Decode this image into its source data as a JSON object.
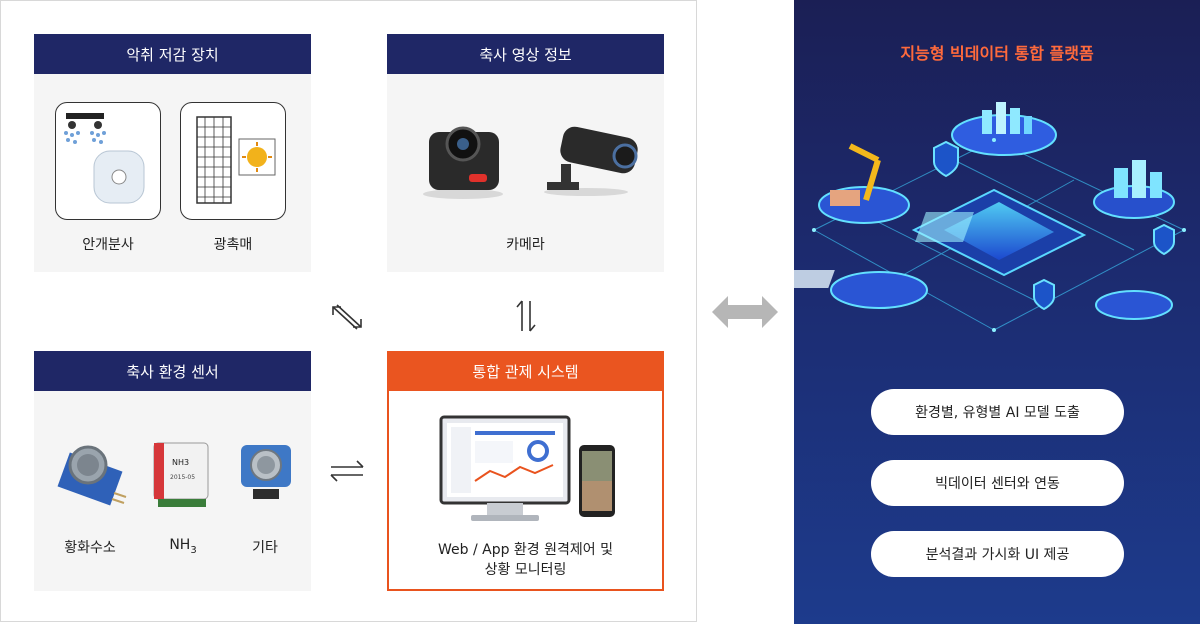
{
  "cards": {
    "odor": {
      "title": "악취 저감 장치",
      "items": [
        "안개분사",
        "광촉매"
      ]
    },
    "video": {
      "title": "축사 영상 정보",
      "items": [
        "카메라"
      ]
    },
    "sensor": {
      "title": "축사 환경 센서",
      "items": [
        "황화수소",
        "NH",
        "3",
        "기타"
      ],
      "chip_text": "NH3",
      "chip_date": "2015-05"
    },
    "control": {
      "title": "통합 관제 시스템",
      "caption_line1": "Web / App 환경 원격제어 및",
      "caption_line2": "상황 모니터링"
    }
  },
  "platform": {
    "title": "지능형 빅데이터 통합 플랫폼",
    "features": [
      "환경별, 유형별 AI 모델 도출",
      "빅데이터 센터와 연동",
      "분석결과 가시화 UI 제공"
    ]
  },
  "colors": {
    "navy": "#1f2766",
    "orange": "#ea5520",
    "platform_title": "#ff6a3c"
  }
}
